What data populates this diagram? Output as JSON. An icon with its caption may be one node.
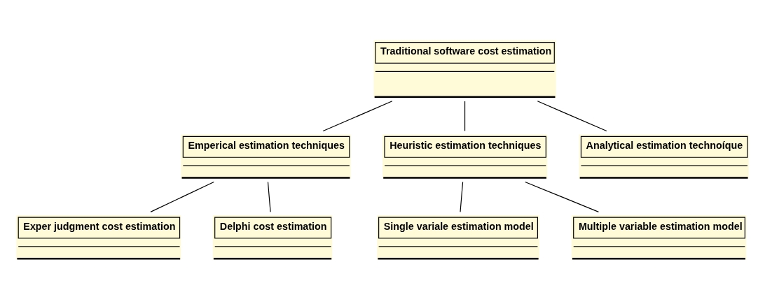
{
  "diagram": {
    "nodes": [
      {
        "text": [
          "Traditional software cost estimation"
        ]
      },
      {
        "text": [
          "Emperical estimation techniques"
        ]
      },
      {
        "text": [
          "Heuristic estimation techniques"
        ]
      },
      {
        "text": [
          "Analytical estimation technoíque"
        ]
      },
      {
        "text": [
          "Exper judgment cost estimation"
        ]
      },
      {
        "text": [
          "Single variale estimation model"
        ]
      },
      {
        "text": [
          "Delphi cost estimation"
        ]
      },
      {
        "text": [
          "Multiple variable estimation model"
        ]
      }
    ],
    "edges": [
      {
        "from": 0,
        "to": 1,
        "arrow": "none"
      },
      {
        "from": 0,
        "to": 2,
        "arrow": "none"
      },
      {
        "from": 0,
        "to": 3,
        "arrow": "none"
      },
      {
        "from": 1,
        "to": 4,
        "arrow": "none"
      },
      {
        "from": 1,
        "to": 6,
        "arrow": "none"
      },
      {
        "from": 2,
        "to": 5,
        "arrow": "none"
      },
      {
        "from": 2,
        "to": 7,
        "arrow": "none"
      }
    ]
  }
}
